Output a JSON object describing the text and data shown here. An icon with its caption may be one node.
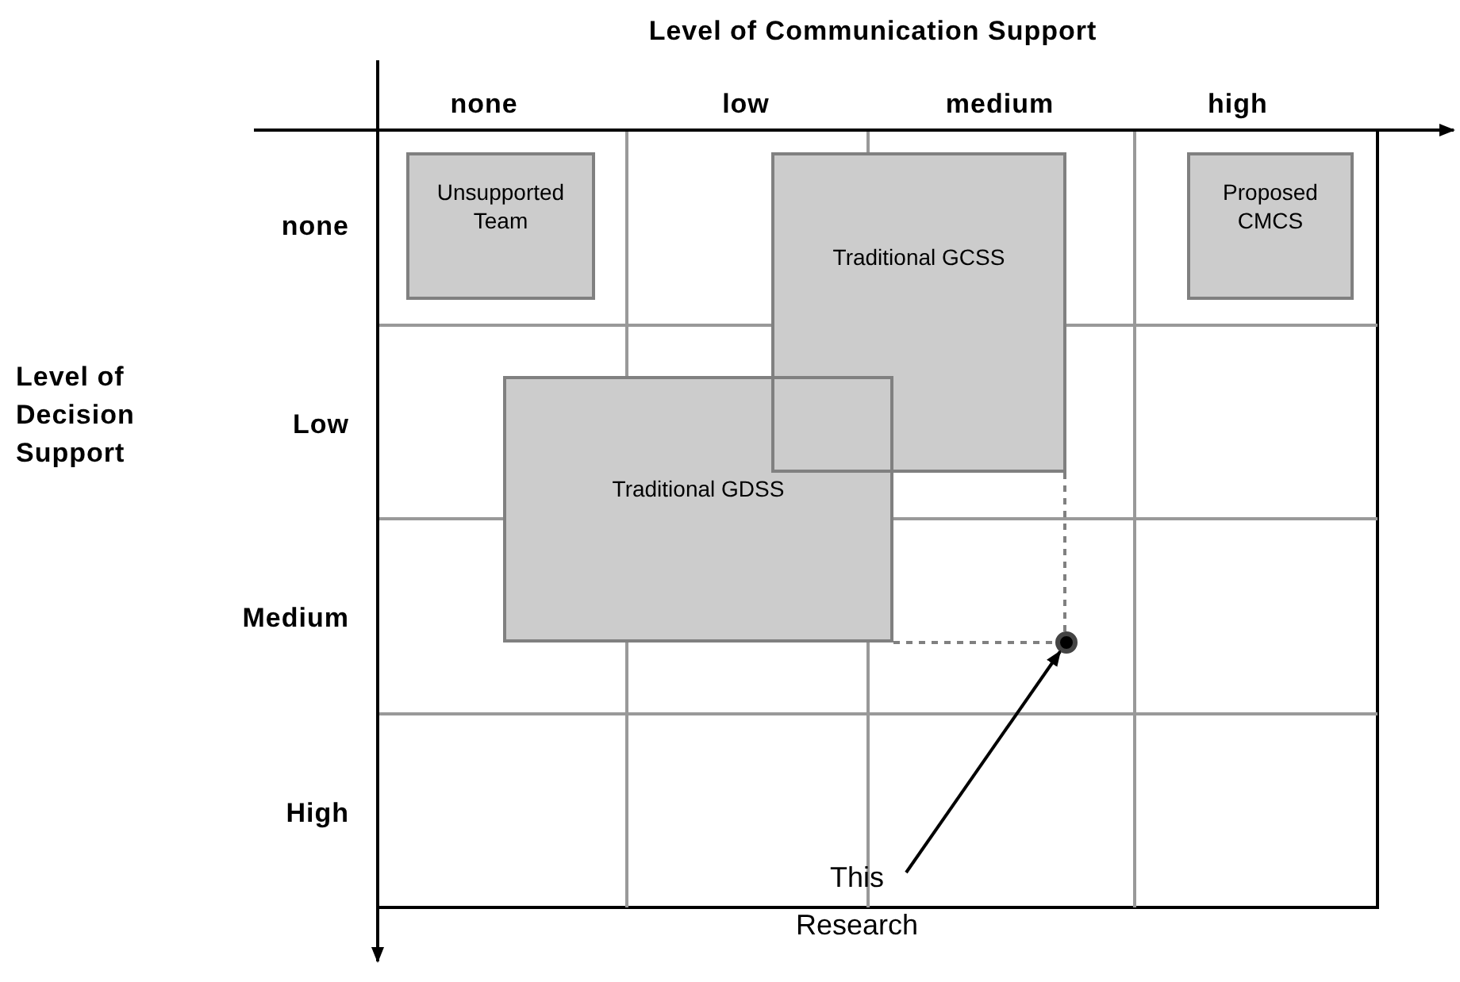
{
  "diagram": {
    "nodes": [
      {
        "text": [
          "Unsupported Team"
        ]
      },
      {
        "text": [
          "Traditional GCSS"
        ]
      },
      {
        "text": [
          "Proposed CMCS"
        ]
      },
      {
        "text": [
          "Traditional GDSS"
        ]
      },
      {
        "text": [],
        "shape": "circle"
      },
      {
        "text": [
          "This Research"
        ]
      }
    ],
    "edges": [
      {
        "from": 3,
        "to": 4,
        "arrow": "none",
        "style": "dashed"
      },
      {
        "from": 1,
        "to": 4,
        "arrow": "none",
        "style": "dashed"
      },
      {
        "from": 5,
        "to": 4,
        "arrow": "to",
        "color": "#000000"
      }
    ],
    "labels": [
      "Level of Communication Support",
      "none",
      "low",
      "medium",
      "high",
      "none",
      "Level of Decision Support",
      "Low",
      "Medium",
      "High"
    ]
  }
}
